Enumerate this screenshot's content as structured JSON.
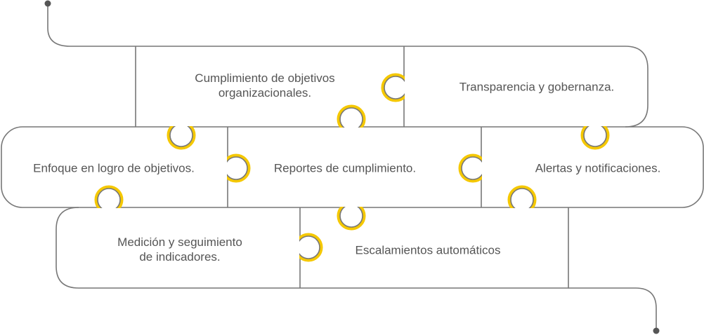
{
  "colors": {
    "line": "#777777",
    "accent": "#F5C800",
    "text": "#555555"
  },
  "pieces": [
    {
      "id": "cumplimiento",
      "line1": "Cumplimiento de objetivos",
      "line2": "organizacionales."
    },
    {
      "id": "transparencia",
      "line1": "Transparencia y gobernanza."
    },
    {
      "id": "enfoque",
      "line1": "Enfoque en logro de objetivos."
    },
    {
      "id": "reportes",
      "line1": "Reportes de cumplimiento."
    },
    {
      "id": "alertas",
      "line1": "Alertas y notificaciones."
    },
    {
      "id": "medicion",
      "line1": "Medición y seguimiento",
      "line2": "de indicadores."
    },
    {
      "id": "escalamientos",
      "line1": "Escalamientos automáticos"
    }
  ]
}
